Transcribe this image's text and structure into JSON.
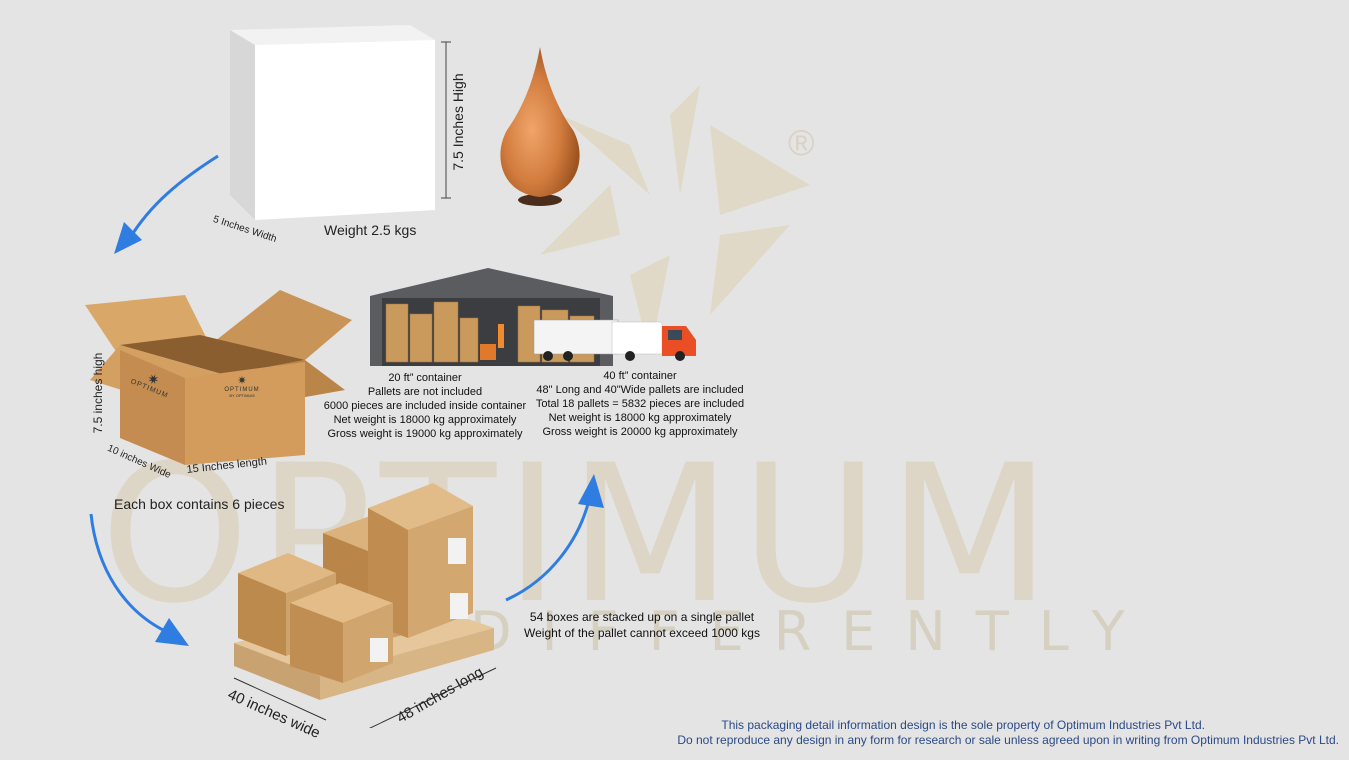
{
  "watermark": {
    "brand": "OPTIMUM",
    "tagline": "DIFFERENTLY",
    "registered": "®"
  },
  "product_box": {
    "height_label": "7.5  Inches High",
    "width_label": "5 Inches Width",
    "weight_label": "Weight 2.5 kgs"
  },
  "carton": {
    "logo_text": "OPTIMUM",
    "logo_sub": "BY OPTIMUM",
    "height_label": "7.5 inches high",
    "wide_label": "10 inches Wide",
    "length_label": "15 Inches length",
    "contents_label": "Each box contains 6 pieces"
  },
  "container_20ft": {
    "lines": [
      "20 ft” container",
      "Pallets are not included",
      "6000 pieces are included inside container",
      "Net weight is 18000 kg approximately",
      "Gross weight is 19000 kg approximately"
    ]
  },
  "container_40ft": {
    "lines": [
      "40 ft” container",
      "48\" Long and 40\"Wide pallets are included",
      "Total 18 pallets = 5832 pieces are included",
      "Net weight is 18000 kg approximately",
      "Gross weight is 20000 kg approximately"
    ]
  },
  "pallet": {
    "wide_label": "40 inches wide",
    "long_label": "48 inches long",
    "lines": [
      "54 boxes are stacked up on a single pallet",
      "Weight of the pallet cannot exceed 1000 kgs"
    ]
  },
  "footer": {
    "line1": "This packaging detail information design is the sole property of Optimum Industries Pvt Ltd.",
    "line2": "Do not reproduce any design in any form for research or sale unless agreed upon in writing from Optimum Industries Pvt Ltd."
  },
  "colors": {
    "background": "#e4e4e4",
    "arrow": "#2f7de1",
    "cardboard": "#c9955a",
    "footer_text": "#2a4a86",
    "watermark": "#ddd6c6"
  }
}
